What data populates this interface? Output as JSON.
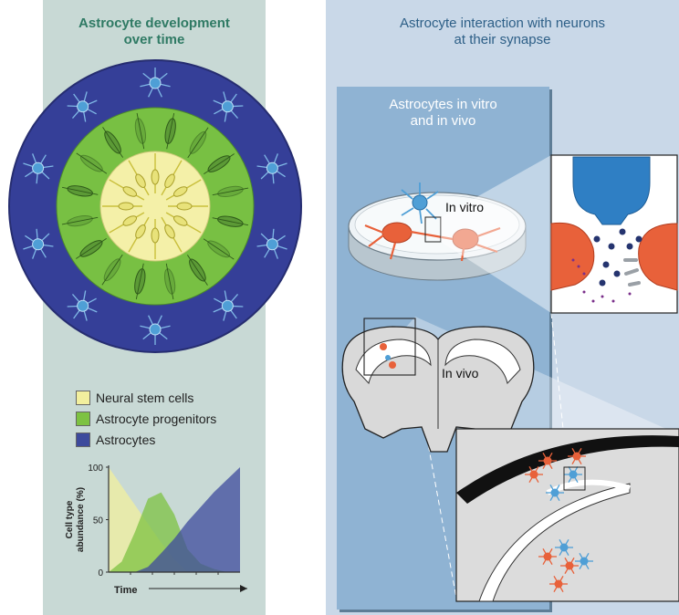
{
  "titles": {
    "left": "Astrocyte development\nover time",
    "right": "Astrocyte interaction with neurons\nat their synapse",
    "inner": "Astrocytes in vitro\nand in vivo"
  },
  "labels": {
    "in_vitro": "In vitro",
    "in_vivo": "In vivo"
  },
  "legend": [
    {
      "label": "Neural stem cells",
      "color": "#f2ef9e"
    },
    {
      "label": "Astrocyte progenitors",
      "color": "#7dc242"
    },
    {
      "label": "Astrocytes",
      "color": "#3d4a9c"
    }
  ],
  "chart_data": {
    "type": "area",
    "xlabel": "Time",
    "ylabel": "Cell type\nabundance (%)",
    "ylim": [
      0,
      100
    ],
    "y_ticks": [
      "0",
      "50",
      "100"
    ],
    "x": [
      0,
      1,
      2,
      3,
      4,
      5,
      6,
      7,
      8,
      9,
      10
    ],
    "series": [
      {
        "name": "Neural stem cells",
        "color": "#f2ef9e",
        "values": [
          100,
          82,
          64,
          46,
          28,
          12,
          0,
          0,
          0,
          0,
          0
        ]
      },
      {
        "name": "Astrocyte progenitors",
        "color": "#7dc242",
        "values": [
          0,
          10,
          38,
          70,
          76,
          55,
          22,
          8,
          3,
          0,
          0
        ]
      },
      {
        "name": "Astrocytes",
        "color": "#3d4a9c",
        "values": [
          0,
          0,
          0,
          5,
          18,
          32,
          48,
          62,
          76,
          88,
          100
        ]
      }
    ]
  }
}
